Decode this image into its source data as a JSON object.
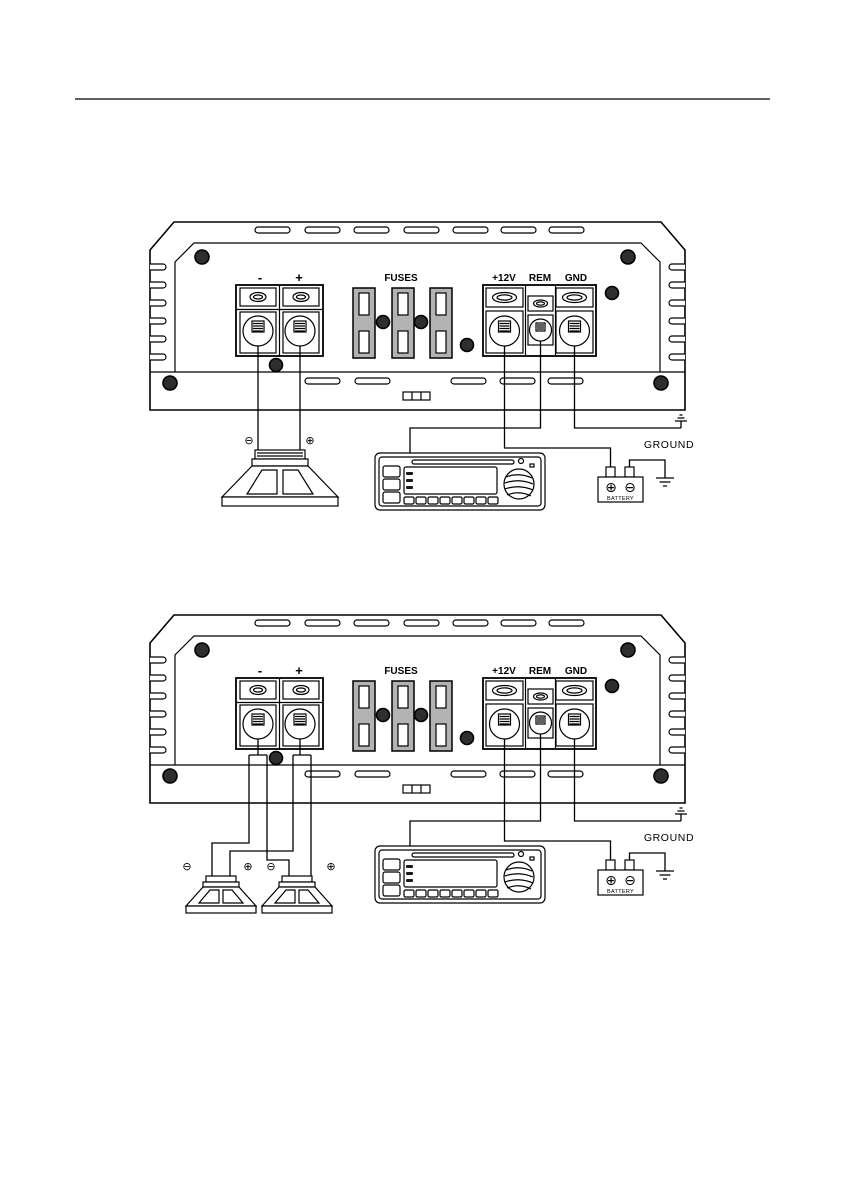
{
  "diagrams": [
    {
      "amplifier": {
        "speaker_neg_label": "-",
        "speaker_pos_label": "+",
        "fuses_label": "FUSES",
        "power_label": "+12V",
        "remote_label": "REM",
        "ground_terminal_label": "GND"
      },
      "ground_label": "GROUND",
      "battery": {
        "label": "BATTERY",
        "pos_symbol": "⊕",
        "neg_symbol": "⊖"
      },
      "speaker_terminals": [
        "⊖",
        "⊕"
      ]
    },
    {
      "amplifier": {
        "speaker_neg_label": "-",
        "speaker_pos_label": "+",
        "fuses_label": "FUSES",
        "power_label": "+12V",
        "remote_label": "REM",
        "ground_terminal_label": "GND"
      },
      "ground_label": "GROUND",
      "battery": {
        "label": "BATTERY",
        "pos_symbol": "⊕",
        "neg_symbol": "⊖"
      },
      "speaker_terminals": [
        "⊖",
        "⊕",
        "⊖",
        "⊕"
      ]
    }
  ]
}
